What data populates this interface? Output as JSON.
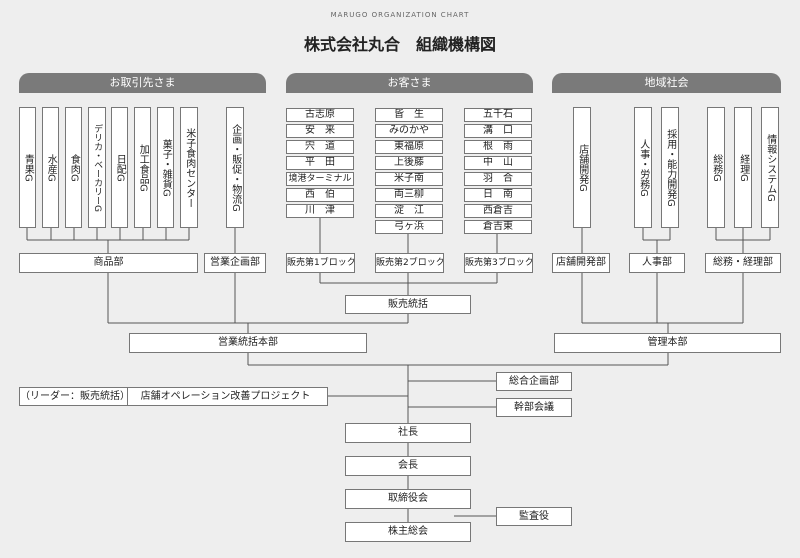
{
  "header": {
    "subtitle": "MARUGO ORGANIZATION CHART",
    "title": "株式会社丸合　組織機構図"
  },
  "sections": {
    "torihiki": "お取引先さま",
    "kyaku": "お客さま",
    "chiiki": "地域社会"
  },
  "left_groups": [
    "青果G",
    "水産G",
    "食肉G",
    "デリカ・ベーカリーG",
    "日配G",
    "加工食品G",
    "菓子・雑貨G",
    "米子食肉センター"
  ],
  "eigyo_kikaku_groups": [
    "企画・販促・物流G"
  ],
  "stores": {
    "block1": [
      "古志原",
      "安　来",
      "宍　道",
      "平　田",
      "境港ターミナル",
      "西　伯",
      "川　津"
    ],
    "block2": [
      "皆　生",
      "みのかや",
      "東福原",
      "上後藤",
      "米子南",
      "両三柳",
      "淀　江",
      "弓ヶ浜"
    ],
    "block3": [
      "五千石",
      "溝　口",
      "根　雨",
      "中　山",
      "羽　合",
      "日　南",
      "西倉吉",
      "倉吉東"
    ]
  },
  "right_groups": {
    "tenpo": [
      "店舗開発G"
    ],
    "jinji": [
      "人事・労務G",
      "採用・能力開発G"
    ],
    "somu": [
      "総務G",
      "経理G",
      "情報システムG"
    ]
  },
  "departments": {
    "shohin": "商品部",
    "eigyo_kikaku": "営業企画部",
    "block1": "販売第1ブロック",
    "block2": "販売第2ブロック",
    "block3": "販売第3ブロック",
    "tenpo": "店舗開発部",
    "jinji": "人事部",
    "somu": "総務・経理部",
    "hanbai_tokatsu": "販売統括",
    "eigyo_tokatsu": "営業統括本部",
    "kanri": "管理本部"
  },
  "project": {
    "leader": "（リーダー：販売統括）",
    "name": "店舗オペレーション改善プロジェクト"
  },
  "top": {
    "sogo_kikaku": "総合企画部",
    "kanbu": "幹部会議",
    "shacho": "社長",
    "kaicho": "会長",
    "torishimariyaku": "取締役会",
    "kansayaku": "監査役",
    "kabunushi": "株主総会"
  }
}
